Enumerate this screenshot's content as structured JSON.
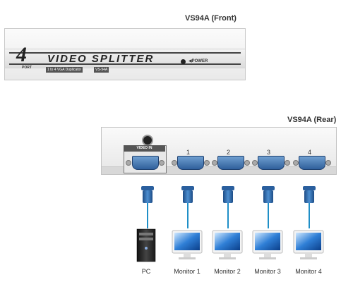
{
  "front": {
    "title": "VS94A (Front)",
    "logo_number": "4",
    "logo_port": "PORT",
    "product_title": "VIDEO SPLITTER",
    "subtitle": "1 to 4 VGA Duplicator",
    "model_badge": "VS-94A",
    "power_label": "POWER"
  },
  "rear": {
    "title": "VS94A (Rear)",
    "video_in_label": "VIDEO IN",
    "output_ports": [
      "1",
      "2",
      "3",
      "4"
    ]
  },
  "devices": {
    "labels": [
      "PC",
      "Monitor 1",
      "Monitor 2",
      "Monitor 3",
      "Monitor 4"
    ]
  }
}
